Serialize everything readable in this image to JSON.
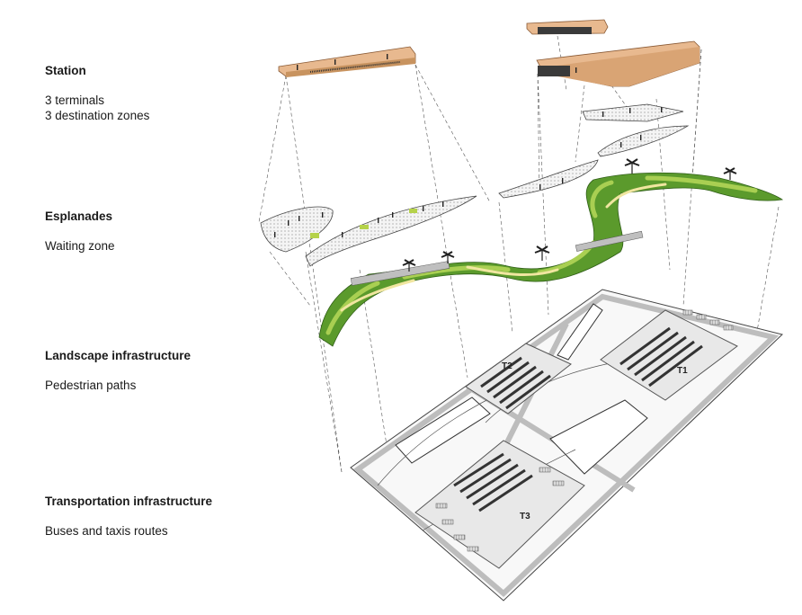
{
  "layers": [
    {
      "title": "Station",
      "lines": [
        "3 terminals",
        "3 destination zones"
      ]
    },
    {
      "title": "Esplanades",
      "lines": [
        "Waiting zone"
      ]
    },
    {
      "title": "Landscape infrastructure",
      "lines": [
        "Pedestrian paths"
      ]
    },
    {
      "title": "Transportation infrastructure",
      "lines": [
        "Buses and taxis routes"
      ]
    }
  ],
  "terminal_labels": [
    "T1",
    "T2",
    "T3"
  ],
  "colors": {
    "roof": "#e8b98f",
    "roof_edge": "#b07a4f",
    "green_dark": "#4f8a2a",
    "green_light": "#a9cf52",
    "path": "#f0e6a0",
    "platform": "#e8e8e8",
    "road": "#bdbdbd",
    "ink": "#222222"
  }
}
